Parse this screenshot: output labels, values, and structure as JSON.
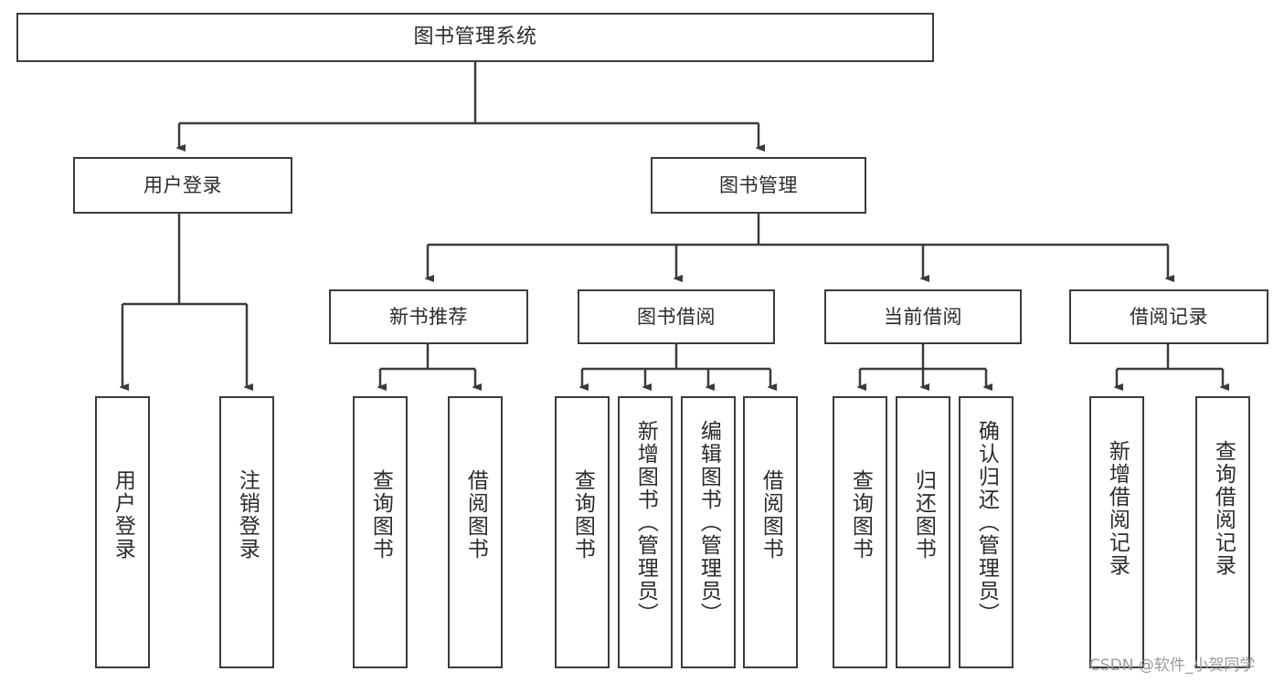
{
  "diagram": {
    "title": "图书管理系统",
    "watermark": "CSDN @软件_小贺同学",
    "line_color": "#3b3b3b",
    "box_fill": "#ffffff",
    "text_color": "#2b2b2b"
  },
  "nodes": {
    "root": {
      "label": "图书管理系统"
    },
    "level2": [
      {
        "label": "用户登录"
      },
      {
        "label": "图书管理"
      }
    ],
    "level3": [
      {
        "label": "新书推荐"
      },
      {
        "label": "图书借阅"
      },
      {
        "label": "当前借阅"
      },
      {
        "label": "借阅记录"
      }
    ],
    "leaves_user_login": [
      {
        "label": "用户登录"
      },
      {
        "label": "注销登录"
      }
    ],
    "leaves_new_book": [
      {
        "label": "查询图书"
      },
      {
        "label": "借阅图书"
      }
    ],
    "leaves_borrow": [
      {
        "label": "查询图书"
      },
      {
        "label": "新增图书（管理员）"
      },
      {
        "label": "编辑图书（管理员）"
      },
      {
        "label": "借阅图书"
      }
    ],
    "leaves_current": [
      {
        "label": "查询图书"
      },
      {
        "label": "归还图书"
      },
      {
        "label": "确认归还（管理员）"
      }
    ],
    "leaves_records": [
      {
        "label": "新增借阅记录"
      },
      {
        "label": "查询借阅记录"
      }
    ]
  }
}
